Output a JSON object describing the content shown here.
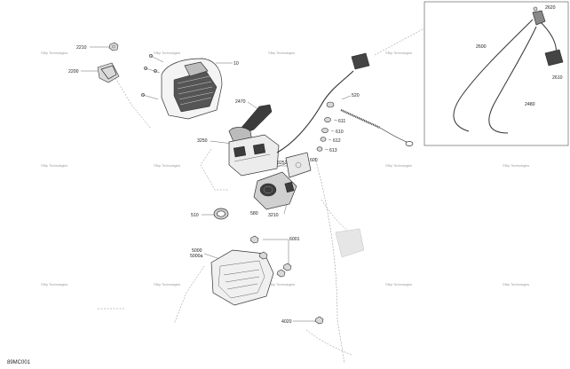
{
  "diagram": {
    "code": "89MC001",
    "watermark": "©Brp Technologies",
    "callouts": {
      "c2210": "2210",
      "c2200": "2200",
      "c10": "10",
      "c2470": "2470",
      "c3250": "3250",
      "c520": "520",
      "c611": "611",
      "c610": "610",
      "c612": "612",
      "c613": "613",
      "c600": "600",
      "c3252": "3252",
      "c510": "510",
      "c580": "580",
      "c3210": "3210",
      "c5000": "5000",
      "c5000a": "5000a",
      "c6001": "6001",
      "c4020": "4020",
      "c2620": "2620",
      "c2600": "2600",
      "c2610": "2610",
      "c2480": "2480"
    }
  }
}
